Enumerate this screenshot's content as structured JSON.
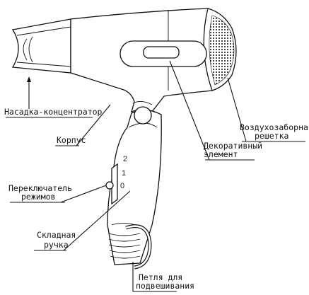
{
  "labels": {
    "nozzle": "Насадка-концентратор",
    "body": "Корпус",
    "switch_line1": "Переключатель",
    "switch_line2": "режимов",
    "handle_line1": "Складная",
    "handle_line2": "ручка",
    "loop_line1": "Петля для",
    "loop_line2": "подвешивания",
    "decor_line1": "Декоративный",
    "decor_line2": "элемент",
    "grille_line1": "Воздухозаборная",
    "grille_line2": "решетка"
  },
  "switch_positions": [
    "2",
    "1",
    "0"
  ]
}
